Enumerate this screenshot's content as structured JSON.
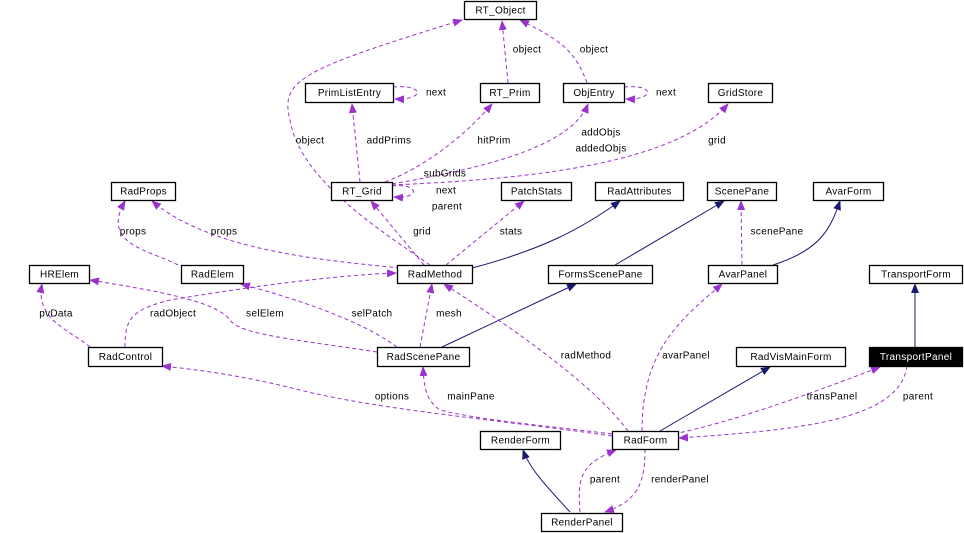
{
  "diagram": {
    "highlighted": "TransportPanel",
    "colors": {
      "usage_edge": "#9a32cd",
      "inheritance_edge": "#191970",
      "highlight_fill": "#000000"
    },
    "nodes": {
      "RT_Object": "RT_Object",
      "PrimListEntry": "PrimListEntry",
      "RT_Prim": "RT_Prim",
      "ObjEntry": "ObjEntry",
      "GridStore": "GridStore",
      "RadProps": "RadProps",
      "RT_Grid": "RT_Grid",
      "PatchStats": "PatchStats",
      "RadAttributes": "RadAttributes",
      "ScenePane": "ScenePane",
      "AvarForm": "AvarForm",
      "HRElem": "HRElem",
      "RadElem": "RadElem",
      "RadMethod": "RadMethod",
      "FormsScenePane": "FormsScenePane",
      "AvarPanel": "AvarPanel",
      "TransportForm": "TransportForm",
      "RadControl": "RadControl",
      "RadScenePane": "RadScenePane",
      "RadVisMainForm": "RadVisMainForm",
      "TransportPanel": "TransportPanel",
      "RenderForm": "RenderForm",
      "RadForm": "RadForm",
      "RenderPanel": "RenderPanel"
    },
    "edge_labels": {
      "radmethod_object": "object",
      "rtprim_object": "object",
      "objentry_object": "object",
      "primlist_next": "next",
      "objentry_next": "next",
      "addPrims": "addPrims",
      "hitPrim": "hitPrim",
      "addObjs": "addObjs",
      "addedObjs": "addedObjs",
      "grid_gridstore": "grid",
      "subGrids": "subGrids",
      "rtgrid_next": "next",
      "rtgrid_parent": "parent",
      "radelem_props": "props",
      "radmethod_props": "props",
      "radmethod_grid": "grid",
      "stats": "stats",
      "scenePane": "scenePane",
      "pvData": "pvData",
      "radObject": "radObject",
      "selElem": "selElem",
      "selPatch": "selPatch",
      "mesh": "mesh",
      "radMethod": "radMethod",
      "avarPanel": "avarPanel",
      "options": "options",
      "mainPane": "mainPane",
      "transPanel": "transPanel",
      "transport_parent": "parent",
      "renderpanel_parent": "parent",
      "renderPanel": "renderPanel"
    }
  }
}
